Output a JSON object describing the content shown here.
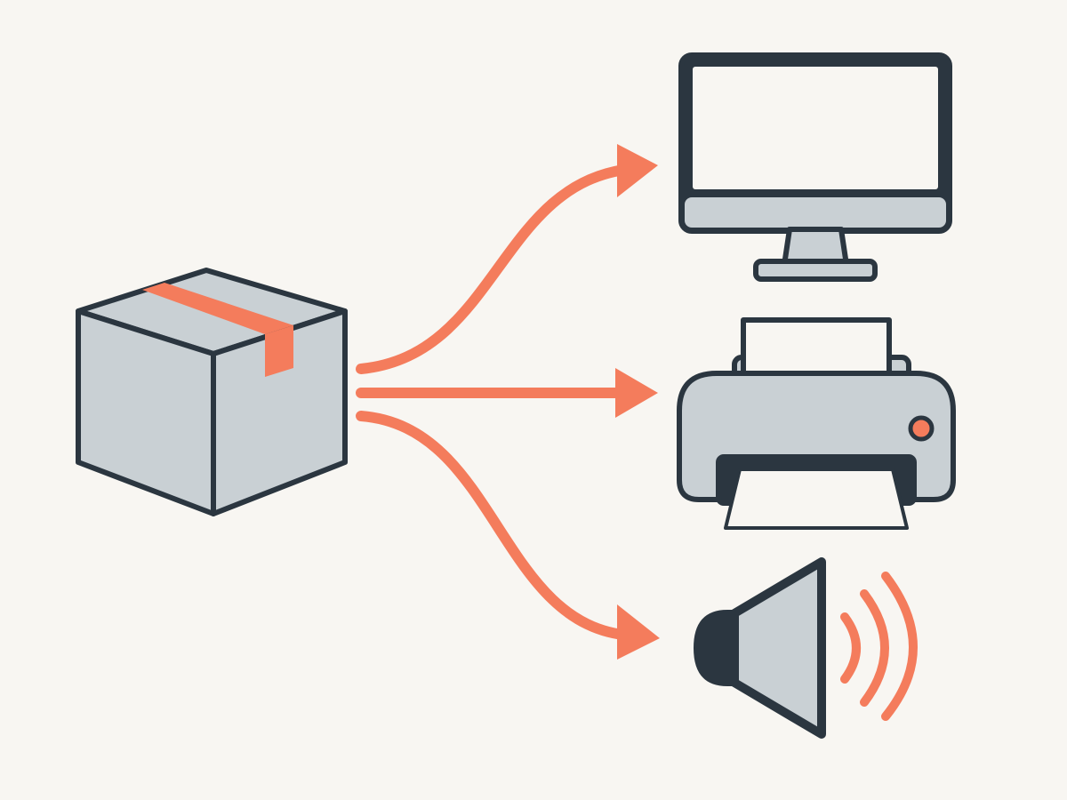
{
  "diagram": {
    "type": "fan-out",
    "source": {
      "icon": "package-box-icon"
    },
    "targets": [
      {
        "icon": "monitor-icon"
      },
      {
        "icon": "printer-icon"
      },
      {
        "icon": "speaker-icon"
      }
    ],
    "connections": [
      {
        "from": "package-box-icon",
        "to": "monitor-icon",
        "style": "curved-arrow"
      },
      {
        "from": "package-box-icon",
        "to": "printer-icon",
        "style": "straight-arrow"
      },
      {
        "from": "package-box-icon",
        "to": "speaker-icon",
        "style": "curved-arrow"
      }
    ]
  },
  "colors": {
    "background": "#f8f6f2",
    "outline": "#2b3640",
    "fill": "#c9d0d4",
    "accent": "#f47c5c",
    "paper": "#f8f6f2"
  }
}
